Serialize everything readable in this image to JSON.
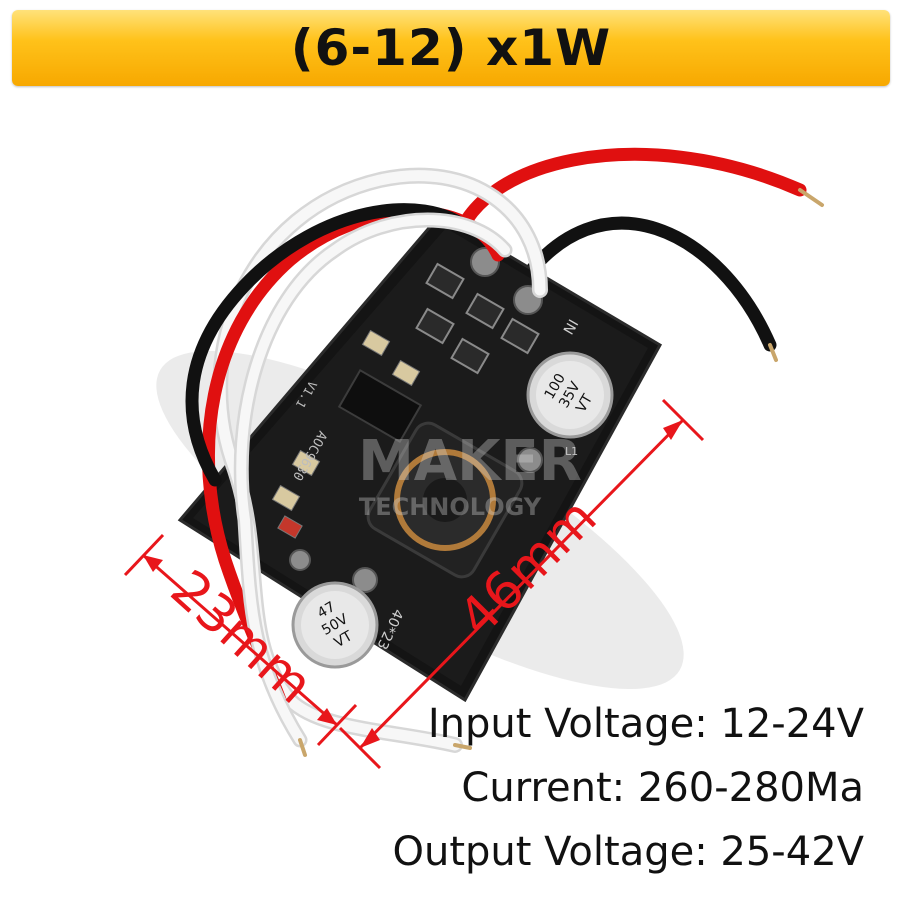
{
  "title": "(6-12) x1W",
  "dimensions": {
    "width_label": "46mm",
    "height_label": "23mm"
  },
  "board": {
    "cap_large_value": "100",
    "cap_large_voltage": "35V",
    "cap_large_series": "VT",
    "cap_small_value": "47",
    "cap_small_voltage": "50V",
    "cap_small_series": "VT",
    "chip_marking": "AOC9630",
    "version": "V1.1",
    "size_marking": "40*23",
    "inductor_label": "L1",
    "in_label": "IN",
    "watermark_main": "MAKER",
    "watermark_sub": "TECHNOLOGY"
  },
  "specs": [
    {
      "label": "Input Voltage: 12-24V"
    },
    {
      "label": "Current: 260-280Ma"
    },
    {
      "label": "Output Voltage: 25-42V"
    }
  ],
  "colors": {
    "title_bar": "#ffc21a",
    "dimension_lines": "#e8161b",
    "pcb": "#121212",
    "wire_red": "#e01010",
    "wire_black": "#111111",
    "wire_white": "#f2f2f2"
  }
}
